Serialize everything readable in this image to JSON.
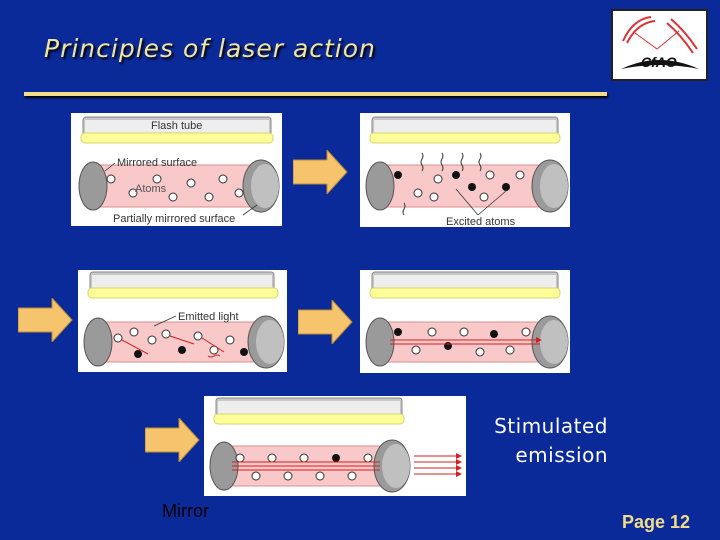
{
  "slide": {
    "title": "Principles of laser action",
    "caption": [
      "Stimulated",
      "emission"
    ],
    "page_number": "Page 12",
    "logo_text": "CfAO"
  },
  "labels": {
    "flash_tube": "Flash tube",
    "mirrored_surface": "Mirrored surface",
    "atoms": "Atoms",
    "partially_mirrored": "Partially mirrored surface",
    "excited_atoms": "Excited atoms",
    "emitted_light": "Emitted light",
    "mirror": "Mirror"
  },
  "colors": {
    "background": "#0b2a9a",
    "title": "#f0e4a0",
    "accent": "#f2dc8a",
    "arrow": "#f7c46e",
    "tube_glow": "#ffff99",
    "rod": "#f9c9c9",
    "photon": "#d22020"
  }
}
